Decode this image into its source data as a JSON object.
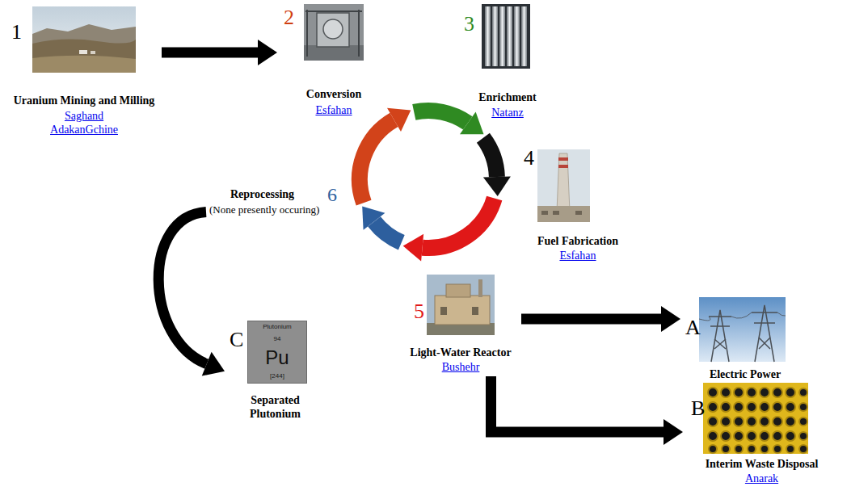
{
  "diagram": {
    "nodes": [
      {
        "text": [
          "1",
          "Uranium Mining and Milling",
          "Saghand",
          "AdakanGchine"
        ]
      },
      {
        "text": [
          "2",
          "Conversion",
          "Esfahan"
        ]
      },
      {
        "text": [
          "3",
          "Enrichment",
          "Natanz"
        ]
      },
      {
        "text": [
          "4",
          "Fuel Fabrication",
          "Esfahan"
        ]
      },
      {
        "text": [
          "Reprocessing",
          "6",
          "(None presently occuring)"
        ]
      },
      {
        "text": [
          "C",
          "Separated Plutonium"
        ]
      },
      {
        "text": [
          "Plutonium",
          "94",
          "Pu",
          "[244]"
        ],
        "in": 5
      },
      {
        "text": [
          "5",
          "Light-Water Reactor",
          "Bushehr"
        ]
      },
      {
        "text": [
          "A",
          "Electric Power"
        ]
      },
      {
        "text": [
          "B",
          "Interim Waste Disposal",
          "Anarak"
        ]
      }
    ],
    "edges": [
      {
        "from": 0,
        "to": 1,
        "arrow": "to"
      },
      {
        "from": 4,
        "to": 5,
        "arrow": "to"
      },
      {
        "from": 7,
        "to": 8,
        "arrow": "to"
      },
      {
        "from": 7,
        "to": 9,
        "arrow": "to"
      }
    ]
  }
}
